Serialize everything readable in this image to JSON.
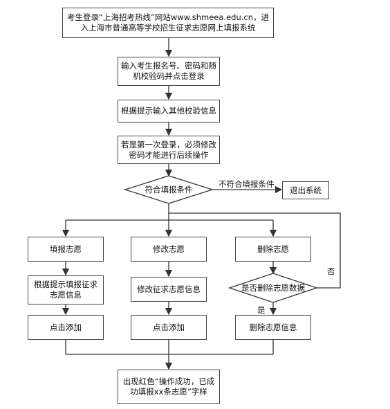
{
  "nodes": {
    "login": "考生登录“上海招考热线”网站www.shmeea.edu.cn，进入上海市普通高等学校招生征求志愿网上填报系统",
    "input_credentials": "输入考生报名号、密码和随机校验码并点击登录",
    "verify_info": "根据提示输入其他校验信息",
    "first_login": "若是第一次登录，必须修改密码才能进行后续操作",
    "condition": "符合填报条件",
    "exit_system": "退出系统",
    "fill": "填报志愿",
    "modify": "修改志愿",
    "delete": "删除志愿",
    "fill_info": "根据提示填报征求志愿信息",
    "modify_info": "修改征求志愿信息",
    "delete_decision": "是否删除志愿数据",
    "click_add_1": "点击添加",
    "click_add_2": "点击添加",
    "delete_info": "删除志愿信息",
    "success": "出现红色“操作成功，已成功填报xx条志愿”字样"
  },
  "edge_labels": {
    "not_qualified": "不符合填报条件",
    "no": "否",
    "yes": "是"
  }
}
